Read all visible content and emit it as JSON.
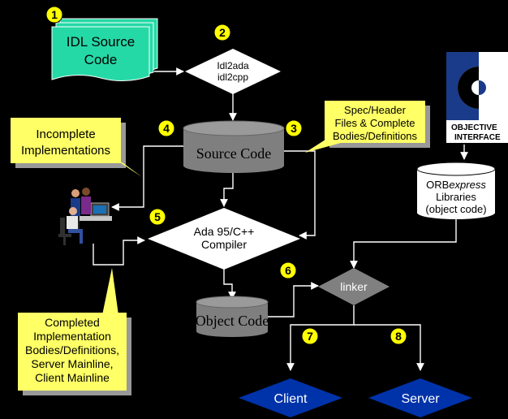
{
  "steps": {
    "s1": "1",
    "s2": "2",
    "s3": "3",
    "s4": "4",
    "s5": "5",
    "s6": "6",
    "s7": "7",
    "s8": "8"
  },
  "idl_source": {
    "line1": "IDL Source",
    "line2": "Code"
  },
  "idl2ada": {
    "line1": "Idl2ada",
    "line2": "idl2cpp"
  },
  "spec_header": {
    "line1": "Spec/Header",
    "line2": "Files & Complete",
    "line3": "Bodies/Definitions"
  },
  "incomplete": {
    "line1": "Incomplete",
    "line2": "Implementations"
  },
  "source_code": "Source Code",
  "logo": {
    "line1": "OBJECTIVE",
    "line2": "INTERFACE"
  },
  "orb_lib": {
    "prefix": "ORB",
    "italic": "express",
    "line2": "Libraries",
    "line3": "(object code)"
  },
  "compiler": {
    "line1": "Ada 95/C++",
    "line2": "Compiler"
  },
  "linker": "linker",
  "object_code": "Object Code",
  "completed": {
    "line1": "Completed",
    "line2": "Implementation",
    "line3": "Bodies/Definitions,",
    "line4": "Server Mainline,",
    "line5": "Client Mainline"
  },
  "client": "Client",
  "server": "Server",
  "colors": {
    "green_doc": "#25d9a6",
    "note_yellow": "#ffff66",
    "note_shadow": "#999999",
    "cylinder": "#7f7f7f",
    "diamond_grey": "#808080",
    "blue": "#0033aa",
    "step_badge": "#ffff00"
  }
}
